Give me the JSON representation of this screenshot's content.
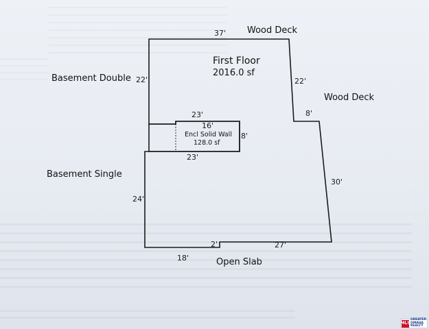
{
  "floors": {
    "first_floor": {
      "name": "First Floor",
      "area": "2016.0 sf"
    },
    "enclosed_wall": {
      "name": "Encl Solid Wall",
      "area": "128.0 sf"
    }
  },
  "dimensions": {
    "top": "37'",
    "left_upper": "22'",
    "right_upper": "22'",
    "step_right": "8'",
    "waist_top": "23'",
    "waist_inner": "16'",
    "waist_height": "8'",
    "waist_bottom": "23'",
    "left_lower": "24'",
    "right_lower": "30'",
    "bottom_left": "18'",
    "bottom_notch": "2'",
    "bottom_right": "27'"
  },
  "labels": {
    "wood_deck_top": "Wood Deck",
    "wood_deck_right": "Wood Deck",
    "basement_double": "Basement Double",
    "basement_single": "Basement Single",
    "open_slab": "Open Slab"
  },
  "badge": {
    "logo_text": "MLS",
    "caption": "GREATER\nOMAHA\nREALTY"
  }
}
